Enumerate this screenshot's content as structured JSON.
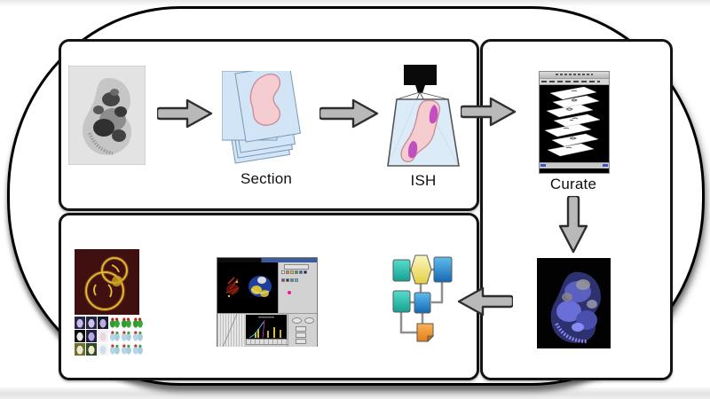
{
  "figure": {
    "type": "gene-expression-pipeline-diagram",
    "panels": [
      {
        "id": "acquisition",
        "steps": [
          "embryo-photo",
          "section-slides",
          "ish-imaging"
        ]
      },
      {
        "id": "curation",
        "steps": [
          "curation-software",
          "3d-embryo-reconstruction"
        ]
      },
      {
        "id": "analysis",
        "steps": [
          "expression-map-montage",
          "analysis-software",
          "database-schema"
        ]
      }
    ]
  },
  "labels": {
    "section": "Section",
    "ish": "ISH",
    "curate": "Curate"
  },
  "colors": {
    "arrow_fill": "#b9b9b9",
    "arrow_stroke": "#2e2e2e",
    "slide_fill": "#d2e5f6",
    "slide_stroke": "#7a97b5",
    "tissue_pink": "#f5ccd0",
    "tissue_pink_stroke": "#c98f97",
    "expression_magenta": "#c24fc0",
    "flow_teal": "#2fbfb0",
    "flow_yellow": "#eeda55",
    "flow_blue": "#2d9fe0",
    "flow_orange": "#ef9030",
    "gold_embryo": "#d9a82c",
    "maroon_bg": "#400f0f",
    "embryo_blue": "#6a6fd8"
  }
}
